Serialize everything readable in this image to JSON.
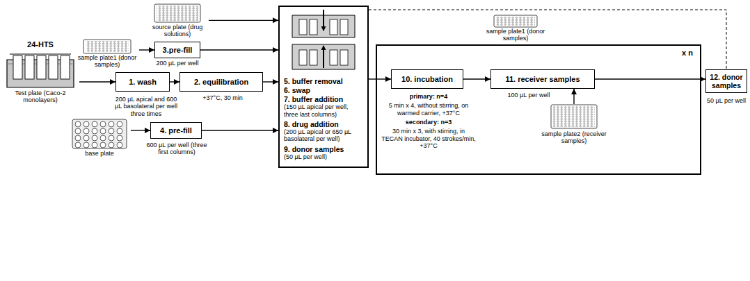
{
  "diagram": {
    "nodes": [
      {
        "text": [
          "24-HTS",
          "Test plate (Caco-2 monolayers)"
        ]
      },
      {
        "text": [
          "1. wash"
        ]
      },
      {
        "text": [
          "2. equilibration"
        ]
      },
      {
        "text": [
          "source plate (drug solutions)"
        ]
      },
      {
        "text": [
          "sample plate1 (donor samples)"
        ]
      },
      {
        "text": [
          "3.pre-fill"
        ]
      },
      {
        "text": [
          "base plate"
        ]
      },
      {
        "text": [
          "4. pre-fill"
        ]
      },
      {
        "text": [
          "5. buffer removal",
          "6. swap",
          "7. buffer addition",
          "(150 µL apical per well, three last columns)",
          "8. drug addition",
          "(200 µL apical or 650 µL basolateral per well)",
          "9. donor samples",
          "(50 µL per well)"
        ]
      },
      {
        "text": [
          "x n"
        ]
      },
      {
        "text": [
          "10. incubation"
        ],
        "in": 9
      },
      {
        "text": [
          "11. receiver samples"
        ],
        "in": 9
      },
      {
        "text": [
          "sample plate2 (receiver samples)"
        ],
        "in": 9
      },
      {
        "text": [
          "12. donor samples"
        ]
      },
      {
        "text": [
          "sample plate1 (donor samples)"
        ]
      }
    ],
    "edges": [
      {
        "from": 0,
        "to": 1,
        "arrow": "to"
      },
      {
        "from": 1,
        "to": 2,
        "arrow": "to"
      },
      {
        "from": 2,
        "to": 8,
        "arrow": "to"
      },
      {
        "from": 3,
        "to": 8,
        "arrow": "to"
      },
      {
        "from": 4,
        "to": 5,
        "arrow": "to"
      },
      {
        "from": 5,
        "to": 8,
        "arrow": "to"
      },
      {
        "from": 6,
        "to": 7,
        "arrow": "to"
      },
      {
        "from": 7,
        "to": 8,
        "arrow": "to"
      },
      {
        "from": 8,
        "to": 10,
        "arrow": "to"
      },
      {
        "from": 10,
        "to": 11,
        "arrow": "to"
      },
      {
        "from": 12,
        "to": 11,
        "arrow": "to"
      },
      {
        "from": 11,
        "to": 13,
        "arrow": "to"
      },
      {
        "from": 8,
        "to": 13,
        "arrow": "none"
      }
    ],
    "labels": [
      "200 µL apical and 600 µL basolateral per well three times",
      "+37°C, 30 min",
      "200 µL per well",
      "600 µL per well (three first columns)",
      "primary: n=4",
      "5 min x 4, without stirring, on warmed carrier, +37°C",
      "secondary: n=3",
      "30 min x 3, with stirring, in TECAN incubator, 40 strokes/min, +37°C",
      "100 µL per well",
      "50 µL per well"
    ]
  }
}
